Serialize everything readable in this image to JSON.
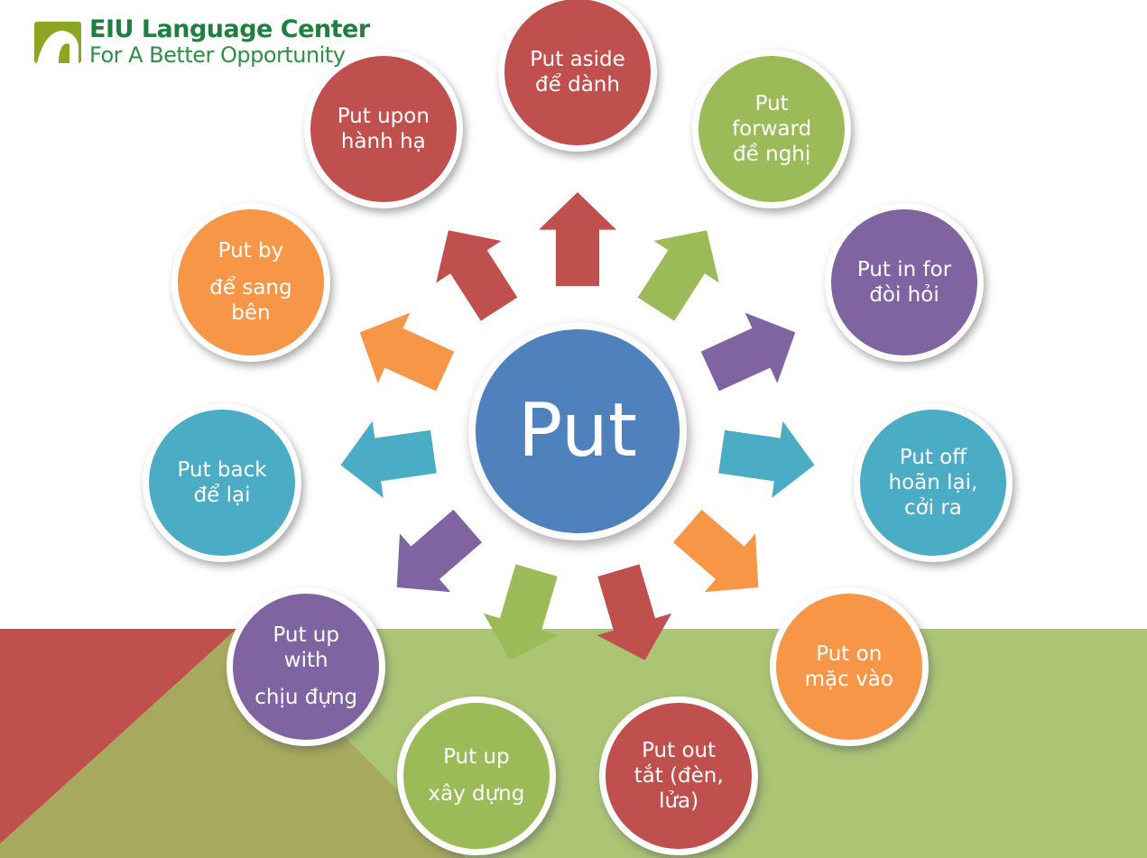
{
  "logo": {
    "title": "EIU Language Center",
    "subtitle": "For A Better Opportunity",
    "mark_color": "#8ca522",
    "title_color": "#1f7f3e",
    "subtitle_color": "#2f8f45"
  },
  "center": {
    "label": "Put",
    "color": "#4f81bd"
  },
  "background": {
    "band_color": "#abc575",
    "olive_color": "#a7aa5e",
    "triangle_color": "#c0504d"
  },
  "nodes": [
    {
      "id": "put-aside",
      "color": "#c0504d",
      "paragraphs": [
        [
          "Put aside",
          "để dành"
        ]
      ]
    },
    {
      "id": "put-forward",
      "color": "#9bbb59",
      "paragraphs": [
        [
          "Put",
          "forward",
          "đề nghị"
        ]
      ]
    },
    {
      "id": "put-in-for",
      "color": "#8064a2",
      "paragraphs": [
        [
          "Put in for",
          "đòi hỏi"
        ]
      ]
    },
    {
      "id": "put-off",
      "color": "#4bacc6",
      "paragraphs": [
        [
          "Put off",
          "hoãn lại,",
          "cởi ra"
        ]
      ]
    },
    {
      "id": "put-on",
      "color": "#f79646",
      "paragraphs": [
        [
          "Put on",
          "mặc vào"
        ]
      ]
    },
    {
      "id": "put-out",
      "color": "#c0504d",
      "paragraphs": [
        [
          "Put out",
          "tắt (đèn,",
          "lửa)"
        ]
      ]
    },
    {
      "id": "put-up-build",
      "color": "#9bbb59",
      "paragraphs": [
        [
          "Put up"
        ],
        [
          "xây dựng"
        ]
      ]
    },
    {
      "id": "put-up-with",
      "color": "#8064a2",
      "paragraphs": [
        [
          "Put up",
          "with"
        ],
        [
          "chịu đựng"
        ]
      ]
    },
    {
      "id": "put-back",
      "color": "#4bacc6",
      "paragraphs": [
        [
          "Put back",
          "để lại"
        ]
      ]
    },
    {
      "id": "put-by",
      "color": "#f79646",
      "paragraphs": [
        [
          "Put by"
        ],
        [
          "để sang",
          "bên"
        ]
      ]
    },
    {
      "id": "put-upon",
      "color": "#c0504d",
      "paragraphs": [
        [
          "Put upon",
          "hành hạ"
        ]
      ]
    }
  ]
}
